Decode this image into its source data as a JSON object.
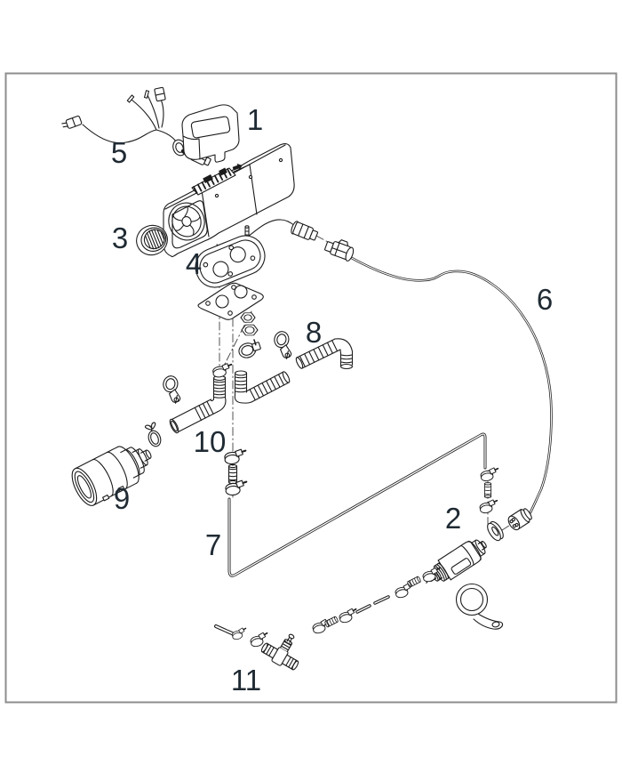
{
  "figure": {
    "callouts": {
      "n1": "1",
      "n2": "2",
      "n3": "3",
      "n4": "4",
      "n5": "5",
      "n6": "6",
      "n7": "7",
      "n8": "8",
      "n9": "9",
      "n10": "10",
      "n11": "11"
    },
    "colors": {
      "background": "#ffffff",
      "frame_border": "#8d8d8d",
      "line_art": "#1c1c1c",
      "callout_text": "#1f2a33"
    }
  }
}
